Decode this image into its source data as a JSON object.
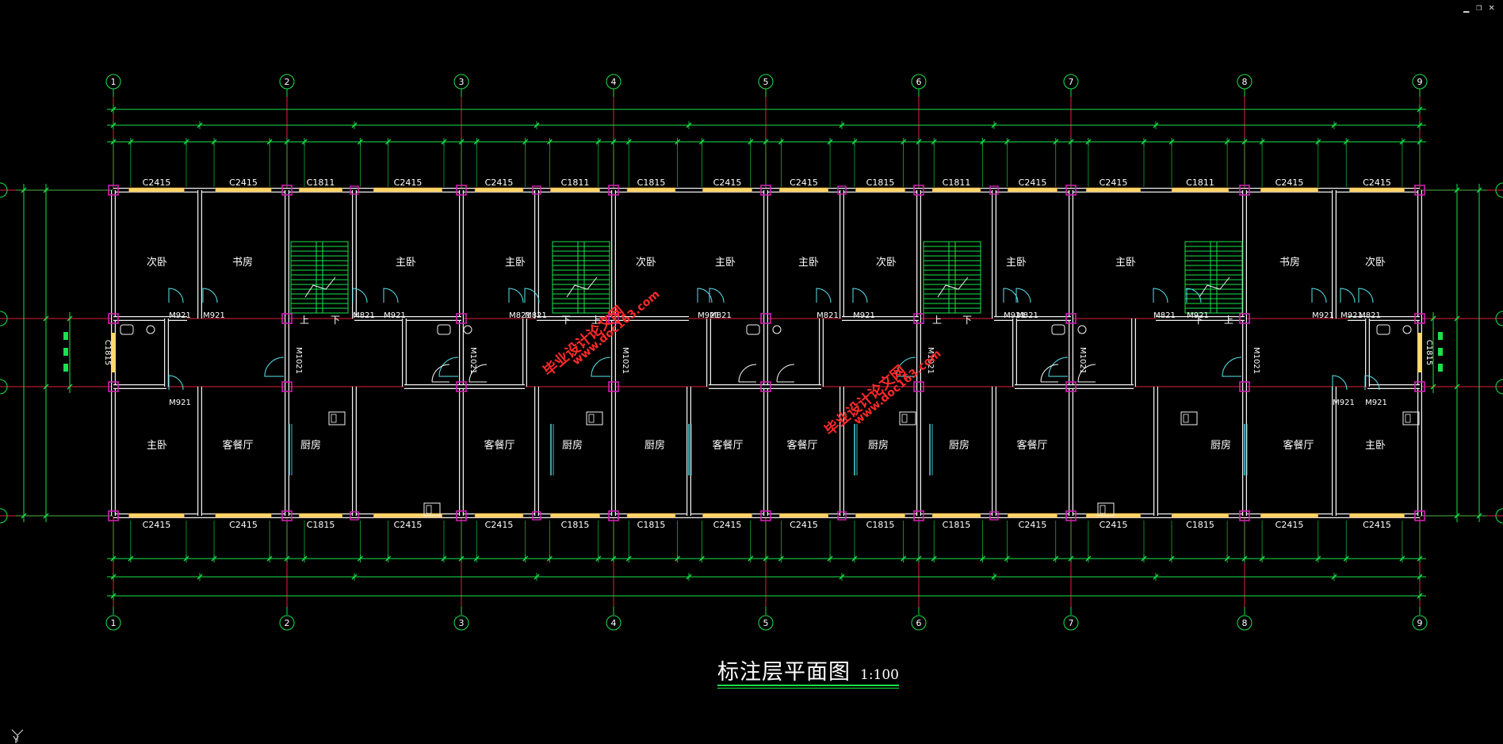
{
  "window_controls": {
    "minimize": "▁",
    "restore": "❐",
    "close": "✕"
  },
  "title": {
    "main": "标注层平面图",
    "scale": "1:100"
  },
  "ucs_label": "Y",
  "watermark": {
    "line1": "毕业设计论文网",
    "line2": "www.doc163.com"
  },
  "axes": [
    "1",
    "2",
    "3",
    "4",
    "5",
    "6",
    "7",
    "8",
    "9"
  ],
  "windows_top": [
    "C2415",
    "C2415",
    "C1811",
    "C2415",
    "C2415",
    "C1811",
    "C1815",
    "C2415",
    "C2415",
    "C1815",
    "C1811",
    "C2415",
    "C2415",
    "C1811",
    "C2415",
    "C2415"
  ],
  "windows_bottom": [
    "C2415",
    "C2415",
    "C1815",
    "C2415",
    "C2415",
    "C1815",
    "C1815",
    "C2415",
    "C2415",
    "C1815",
    "C1815",
    "C2415",
    "C2415",
    "C1815",
    "C2415",
    "C2415"
  ],
  "side_windows": [
    "C1815",
    "C1815"
  ],
  "rooms_top": [
    "次卧",
    "书房",
    "主卧",
    "主卧",
    "次卧",
    "主卧",
    "主卧",
    "次卧",
    "主卧",
    "主卧",
    "书房",
    "次卧"
  ],
  "rooms_bottom": [
    "主卧",
    "客餐厅",
    "厨房",
    "客餐厅",
    "厨房",
    "厨房",
    "客餐厅",
    "客餐厅",
    "厨房",
    "厨房",
    "客餐厅",
    "厨房",
    "客餐厅",
    "主卧"
  ],
  "stair_labels": [
    "上",
    "下",
    "下",
    "上",
    "上",
    "下",
    "下",
    "上"
  ],
  "doors": [
    "M921",
    "M921",
    "M921",
    "M821",
    "M921",
    "M821",
    "M821",
    "M921",
    "M821",
    "M821",
    "M921",
    "M921",
    "M821",
    "M821",
    "M921",
    "M921",
    "M921",
    "M821",
    "M921",
    "M921"
  ],
  "doors_vertical": [
    "M1021",
    "M1021",
    "M1021",
    "M1021",
    "M1021",
    "M1021"
  ],
  "colors": {
    "grid": "#e0203a",
    "dimension": "#19e34a",
    "wall": "#f2f2f2",
    "column": "#d21fb3",
    "window": "#ffd86a",
    "stair": "#19e34a",
    "door": "#58e6f0",
    "text": "#ffffff",
    "watermark": "#ff2a2a"
  }
}
